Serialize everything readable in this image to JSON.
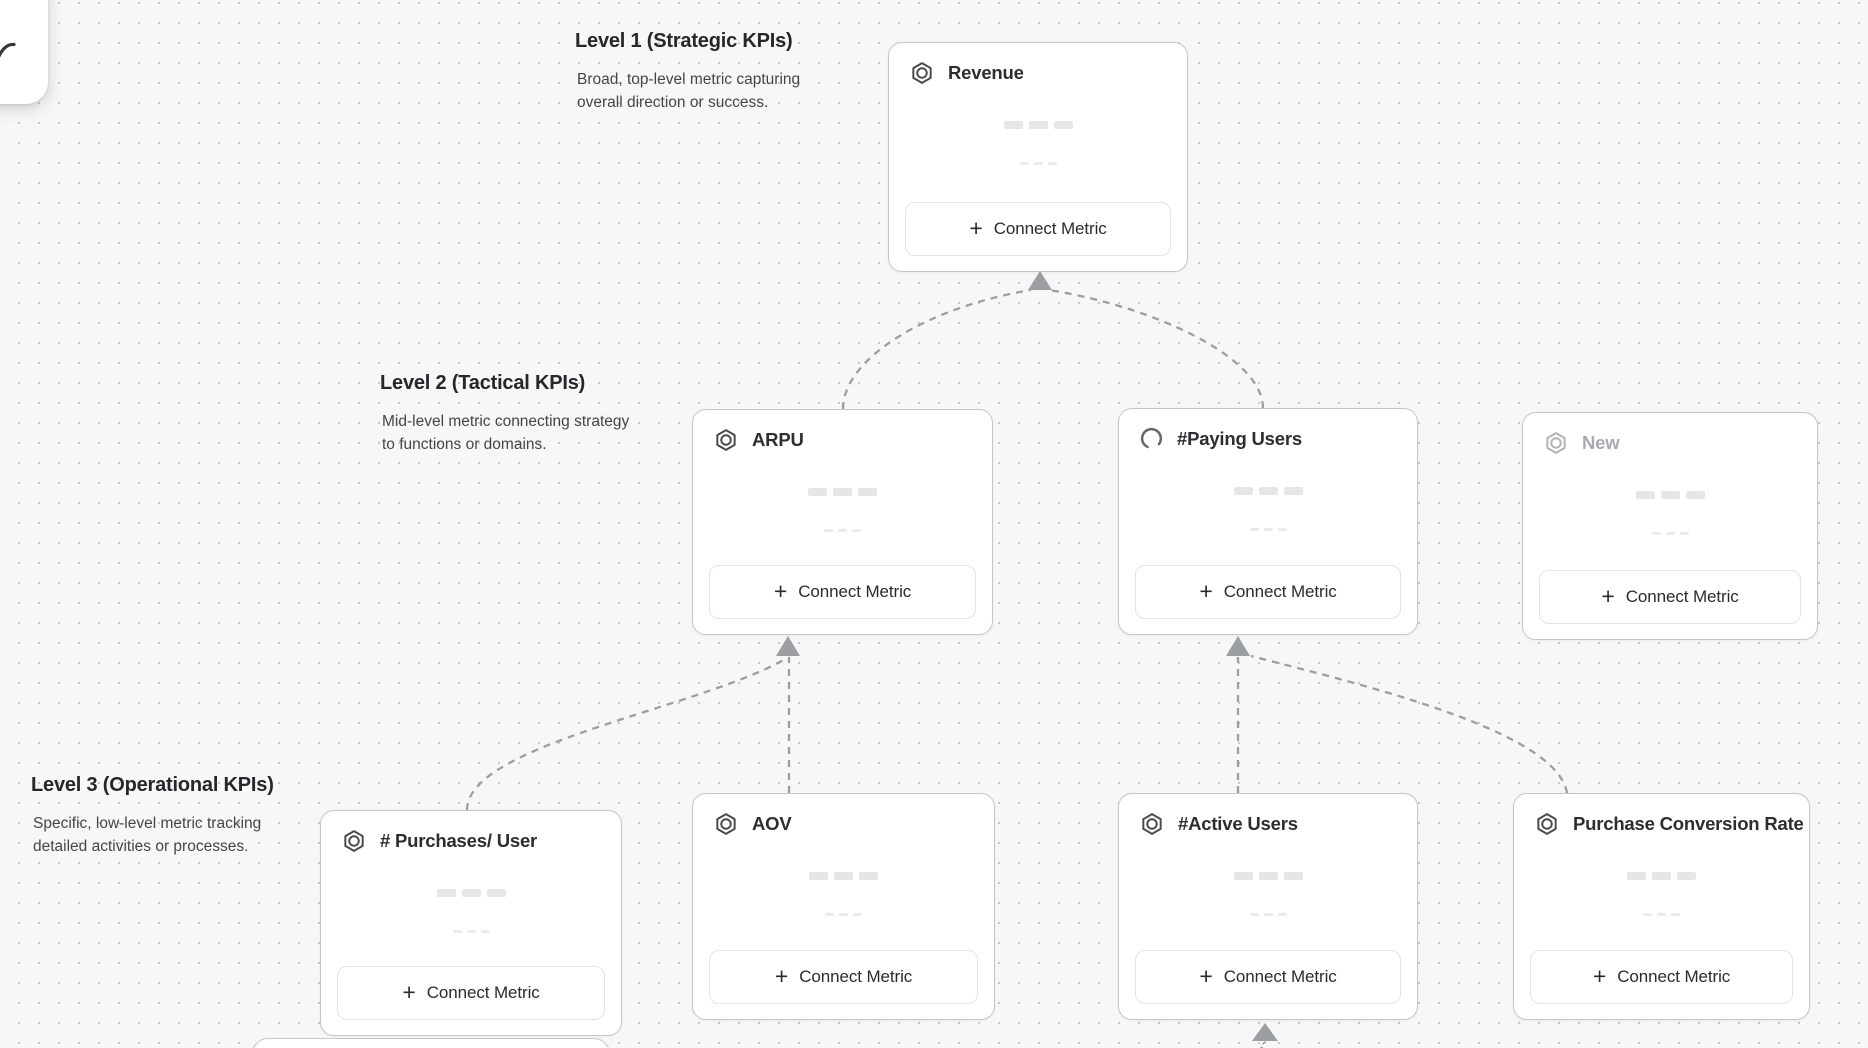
{
  "app": {
    "view": "metric-tree-canvas"
  },
  "colors": {
    "canvas_background": "#f7f7f8",
    "grid_dot": "#c9c9cc",
    "card_border": "#c6c6cb",
    "connector": "#9b9ea2",
    "card_title": "#2d2d32",
    "muted_title": "#a9a9ae",
    "skeleton": "#e6e6e9"
  },
  "icons": {
    "plus": "+"
  },
  "levels": [
    {
      "title": "Level 1 (Strategic KPIs)",
      "description": "Broad, top-level metric capturing overall direction or success."
    },
    {
      "title": "Level 2 (Tactical KPIs)",
      "description": "Mid-level metric connecting strategy to functions or domains."
    },
    {
      "title": "Level 3 (Operational KPIs)",
      "description": "Specific, low-level metric tracking detailed activities or processes."
    }
  ],
  "cards": [
    {
      "title": "Revenue",
      "icon": "hexagon-icon",
      "level": 1,
      "connect_label": "Connect Metric"
    },
    {
      "title": "ARPU",
      "icon": "hexagon-icon",
      "level": 2,
      "connect_label": "Connect Metric"
    },
    {
      "title": "#Paying Users",
      "icon": "spinner-icon",
      "level": 2,
      "connect_label": "Connect Metric"
    },
    {
      "title": "New",
      "icon": "hexagon-icon",
      "level": 2,
      "state": "placeholder",
      "connect_label": "Connect Metric"
    },
    {
      "title": "# Purchases/ User",
      "icon": "hexagon-icon",
      "level": 3,
      "connect_label": "Connect Metric"
    },
    {
      "title": "AOV",
      "icon": "hexagon-icon",
      "level": 3,
      "connect_label": "Connect Metric"
    },
    {
      "title": "#Active Users",
      "icon": "hexagon-icon",
      "level": 3,
      "connect_label": "Connect Metric"
    },
    {
      "title": "Purchase Conversion Rate",
      "icon": "hexagon-icon",
      "level": 3,
      "connect_label": "Connect Metric"
    }
  ],
  "connections": [
    {
      "from": "ARPU",
      "to": "Revenue"
    },
    {
      "from": "#Paying Users",
      "to": "Revenue"
    },
    {
      "from": "# Purchases/ User",
      "to": "ARPU"
    },
    {
      "from": "AOV",
      "to": "ARPU"
    },
    {
      "from": "#Active Users",
      "to": "#Paying Users"
    },
    {
      "from": "Purchase Conversion Rate",
      "to": "#Paying Users"
    },
    {
      "from": null,
      "to": "#Active Users"
    }
  ]
}
